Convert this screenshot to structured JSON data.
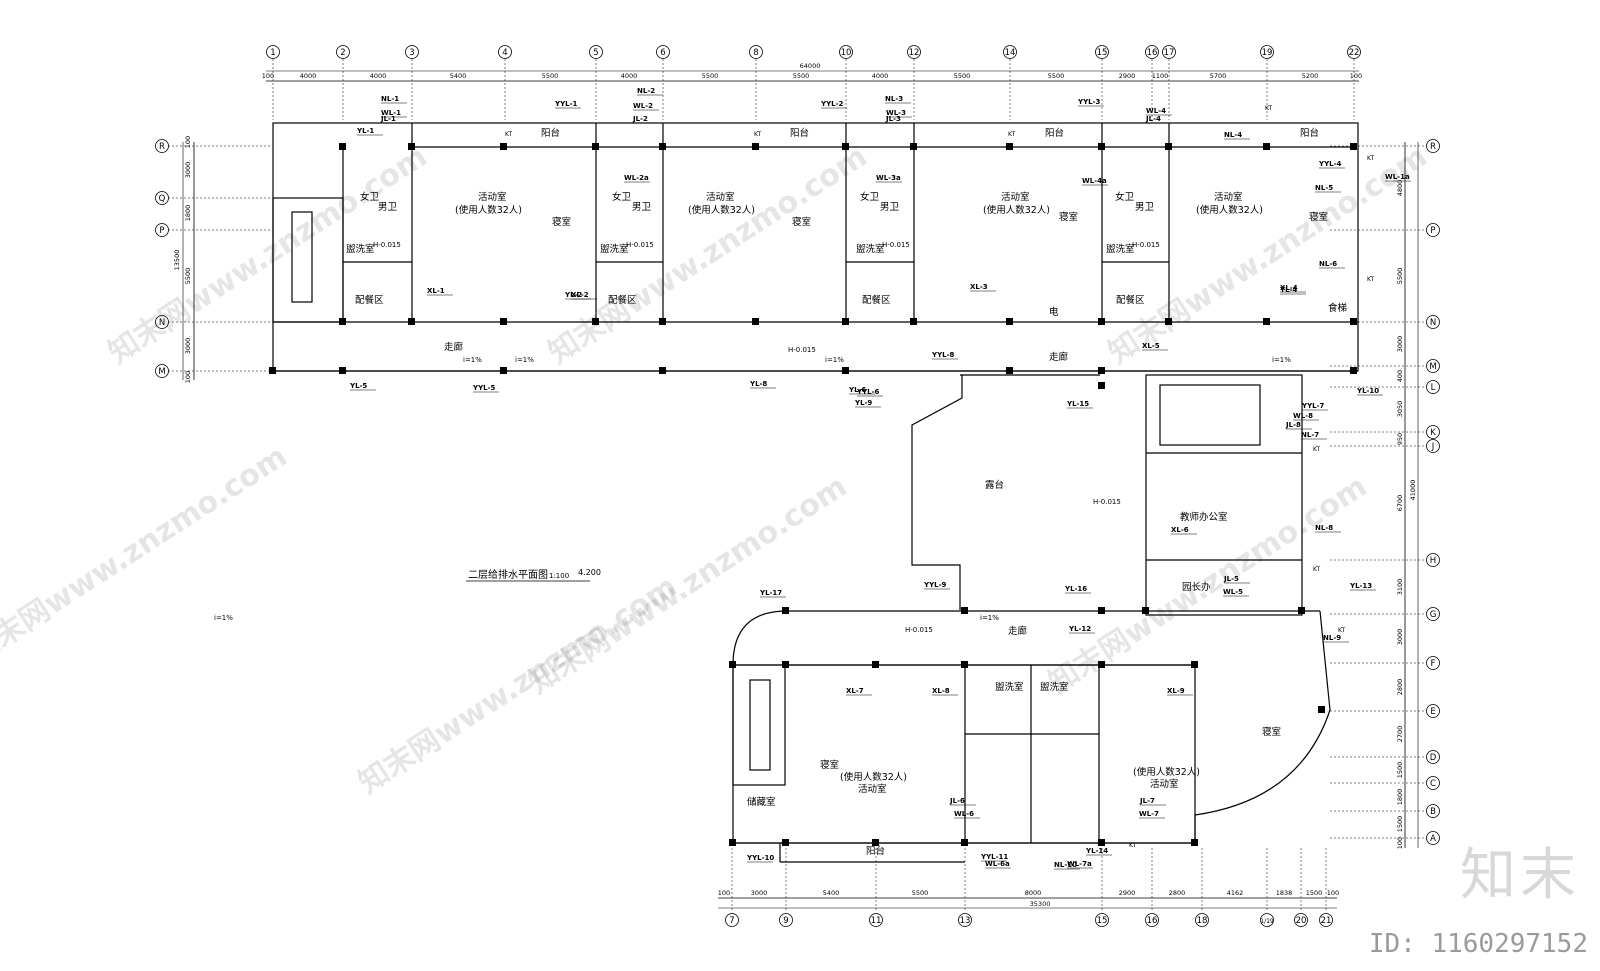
{
  "drawing": {
    "title": "二层给排水平面图",
    "scale": "1:100",
    "elevation": "4.200",
    "top_total_dim": "64000",
    "bottom_total_dim": "35300",
    "right_total_dim": "41000",
    "left_total_dim": "13500"
  },
  "grid": {
    "top_axes": [
      "1",
      "2",
      "3",
      "4",
      "5",
      "6",
      "8",
      "10",
      "12",
      "14",
      "15",
      "16",
      "17",
      "19",
      "22"
    ],
    "top_dims": [
      "100",
      "4000",
      "4000",
      "5400",
      "5500",
      "4000",
      "5500",
      "5500",
      "4000",
      "5500",
      "5500",
      "2900",
      "1100",
      "5700",
      "5200",
      "100"
    ],
    "bottom_axes": [
      "7",
      "9",
      "11",
      "13",
      "15",
      "16",
      "18",
      "1/19",
      "20",
      "21"
    ],
    "bottom_dims": [
      "100",
      "3000",
      "5400",
      "5500",
      "8000",
      "2900",
      "2800",
      "4162",
      "1838",
      "1500",
      "100"
    ],
    "left_axes": [
      "R",
      "Q",
      "P",
      "N",
      "M"
    ],
    "left_dims": [
      "100",
      "3000",
      "1800",
      "5500",
      "3000",
      "100"
    ],
    "right_axes": [
      "R",
      "P",
      "N",
      "M",
      "L",
      "K",
      "J",
      "H",
      "G",
      "F",
      "E",
      "D",
      "C",
      "B",
      "A"
    ],
    "right_dims": [
      "4800",
      "5500",
      "3000",
      "400",
      "3050",
      "950",
      "6700",
      "3100",
      "3000",
      "2800",
      "2700",
      "1500",
      "1800",
      "1500",
      "100"
    ]
  },
  "rooms": {
    "activity": "活动室",
    "capacity": "(使用人数32人)",
    "sleeping": "寝室",
    "balcony": "阳台",
    "female_wc": "女卫",
    "male_wc": "男卫",
    "wash": "盥洗室",
    "serving": "配餐区",
    "corridor": "走廊",
    "terrace": "露台",
    "teacher_office": "教师办公室",
    "principal_office": "园长办",
    "storage": "储藏室",
    "elevator": "电",
    "food_lift": "食梯",
    "h_mark": "H-0.015",
    "slope": "i=1%"
  },
  "pipe_labels": {
    "nl": [
      "NL-1",
      "NL-2",
      "NL-3",
      "NL-4",
      "NL-5",
      "NL-6",
      "NL-7",
      "NL-8",
      "NL-9",
      "NL-10"
    ],
    "wl": [
      "WL-1",
      "WL-2",
      "WL-3",
      "WL-4",
      "WL-5",
      "WL-6",
      "WL-7",
      "WL-8",
      "WL-1a",
      "WL-2a",
      "WL-3a",
      "WL-4a",
      "WL-6a",
      "WL-7a"
    ],
    "jl": [
      "JL-1",
      "JL-2",
      "JL-3",
      "JL-4",
      "JL-5",
      "JL-6",
      "JL-7",
      "JL-8"
    ],
    "yl": [
      "YL-1",
      "YL-2",
      "YL-4",
      "YL-5",
      "YL-6",
      "YL-8",
      "YL-9",
      "YL-10",
      "YL-12",
      "YL-13",
      "YL-14",
      "YL-15",
      "YL-16",
      "YL-17"
    ],
    "yyl": [
      "YYL-1",
      "YYL-2",
      "YYL-3",
      "YYL-4",
      "YYL-5",
      "YYL-6",
      "YYL-7",
      "YYL-8",
      "YYL-9",
      "YYL-10",
      "YYL-11"
    ],
    "xl": [
      "XL-1",
      "XL-2",
      "XL-3",
      "XL-4",
      "XL-5",
      "XL-6",
      "XL-7",
      "XL-8",
      "XL-9"
    ],
    "kt": "KT"
  },
  "watermark": {
    "text": "知末网www.znzmo.com",
    "brand": "知末",
    "image_id": "ID: 1160297152"
  },
  "colors": {
    "line": "#000000",
    "watermark": "#cfcfcf",
    "id_text": "#9a9a9a"
  }
}
